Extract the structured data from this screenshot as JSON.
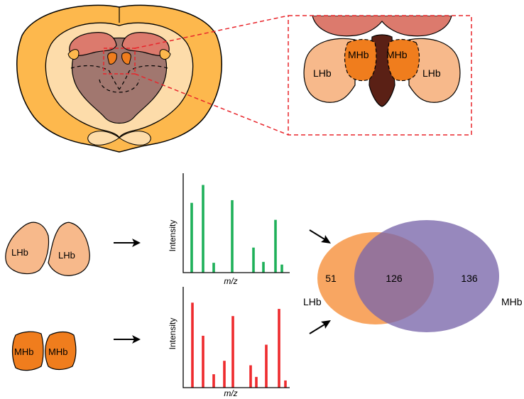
{
  "brain_inset": {
    "zoom_labels": {
      "left_lhb": "LHb",
      "left_mhb": "MHb",
      "right_mhb": "MHb",
      "right_lhb": "LHb"
    }
  },
  "dissected_samples": {
    "lhb": {
      "left": "LHb",
      "right": "LHb"
    },
    "mhb": {
      "left": "MHb",
      "right": "MHb"
    }
  },
  "spectra": [
    {
      "id": "lhb",
      "color": "#1fb05a",
      "ylabel": "Intensity",
      "xlabel": "m/z",
      "peaks_relative": [
        0.78,
        0.98,
        0.11,
        0.81,
        0.28,
        0.12,
        0.59,
        0.09
      ]
    },
    {
      "id": "mhb",
      "color": "#ee2b2e",
      "ylabel": "Intensity",
      "xlabel": "m/z",
      "peaks_relative": [
        0.95,
        0.58,
        0.15,
        0.3,
        0.8,
        0.25,
        0.12,
        0.48,
        0.88,
        0.08
      ]
    }
  ],
  "venn": {
    "sets": [
      {
        "name": "LHb",
        "color": "#f79646"
      },
      {
        "name": "MHb",
        "color": "#7a67ab"
      }
    ],
    "counts": {
      "lhb_only": "51",
      "shared": "126",
      "mhb_only": "136"
    }
  }
}
